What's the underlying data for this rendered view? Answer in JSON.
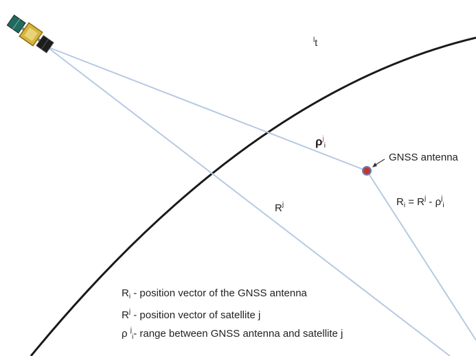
{
  "diagram": {
    "top_label": "t",
    "rho_symbol": "ρ",
    "rho_sub": "i",
    "rho_sup": "j",
    "antenna_label": "GNSS antenna",
    "R_symbol": "R",
    "R_sub": "i",
    "R_sup": "j",
    "formula_eq": " = R",
    "formula_minus": " - ρ",
    "legend": {
      "line1_text": " - position vector of the GNSS antenna",
      "line2_text": " - position vector of satellite j",
      "line3_text": "- range between GNSS antenna and satellite j"
    },
    "colors": {
      "earth_curve": "#1a1a1a",
      "vector_lines": "#b7c9e3",
      "antenna_dot": "#c0392b",
      "antenna_ring": "#6d7fb4",
      "text": "#222222"
    }
  }
}
